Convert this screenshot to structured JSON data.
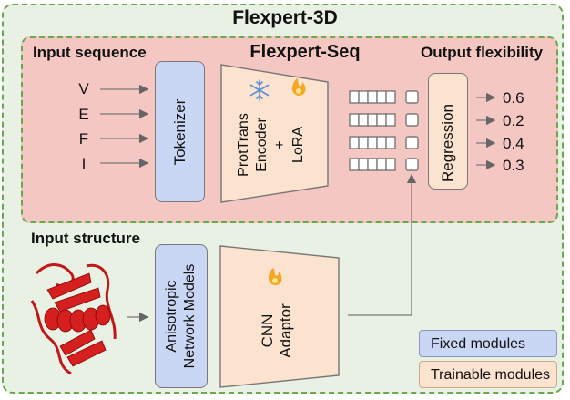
{
  "titles": {
    "outer": "Flexpert-3D",
    "inner": "Flexpert-Seq"
  },
  "labels": {
    "input_sequence": "Input sequence",
    "output_flexibility": "Output flexibility",
    "input_structure": "Input structure"
  },
  "sequence": [
    "V",
    "E",
    "F",
    "I"
  ],
  "modules": {
    "tokenizer": "Tokenizer",
    "encoder": [
      "ProtTrans",
      "Encoder",
      "+",
      "LoRA"
    ],
    "regression": "Regression",
    "anm": [
      "Anisotropic",
      "Network Models"
    ],
    "cnn": [
      "CNN",
      "Adaptor"
    ]
  },
  "outputs": [
    "0.6",
    "0.2",
    "0.4",
    "0.3"
  ],
  "legend": {
    "fixed": "Fixed modules",
    "trainable": "Trainable modules"
  },
  "icons": {
    "frozen": "snowflake-icon",
    "trainable": "flame-icon"
  },
  "colors": {
    "fixed": "#c9d7f5",
    "trainable": "#fbe3cf",
    "seq_bg": "#f4c7c3",
    "outer_bg": "#e8f1e4",
    "dash": "#6aa84f"
  }
}
